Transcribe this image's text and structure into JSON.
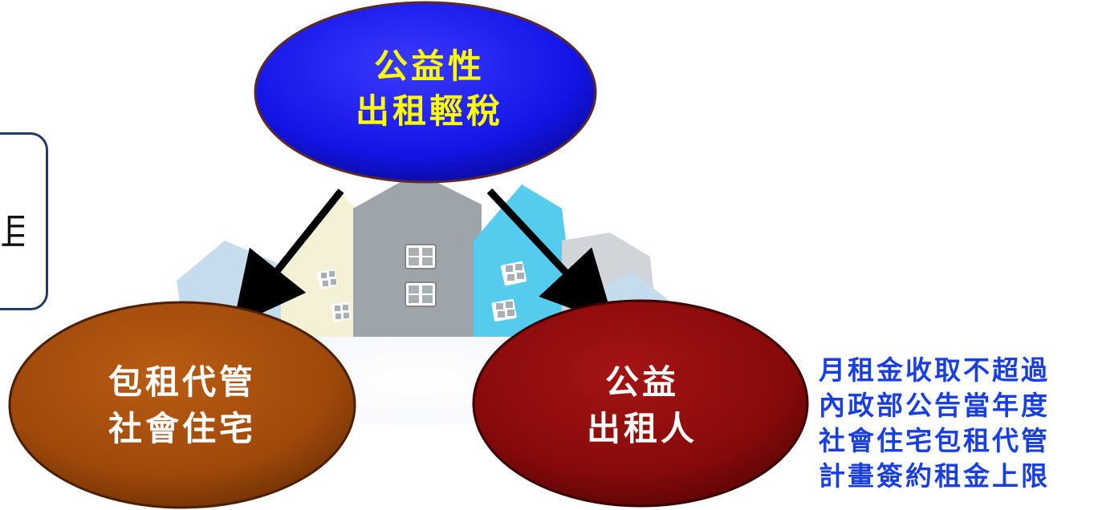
{
  "left_box": {
    "partial_text": "且"
  },
  "nodes": {
    "top": {
      "line1": "公益性",
      "line2": "出租輕稅",
      "fill": "#1f1ff0",
      "text_color": "#ffff00"
    },
    "left": {
      "line1": "包租代管",
      "line2": "社會住宅",
      "fill": "#a04a0a",
      "text_color": "#ffffff"
    },
    "right": {
      "line1": "公益",
      "line2": "出租人",
      "fill": "#8b0a0a",
      "text_color": "#ffffff"
    }
  },
  "note": {
    "lines": [
      "月租金收取不超過",
      "內政部公告當年度",
      "社會住宅包租代管",
      "計畫簽約租金上限"
    ],
    "color": "#1a3fe0"
  },
  "arrows": [
    {
      "from": "top",
      "to": "left"
    },
    {
      "from": "top",
      "to": "right"
    }
  ],
  "background_image": "house-cluster-illustration"
}
